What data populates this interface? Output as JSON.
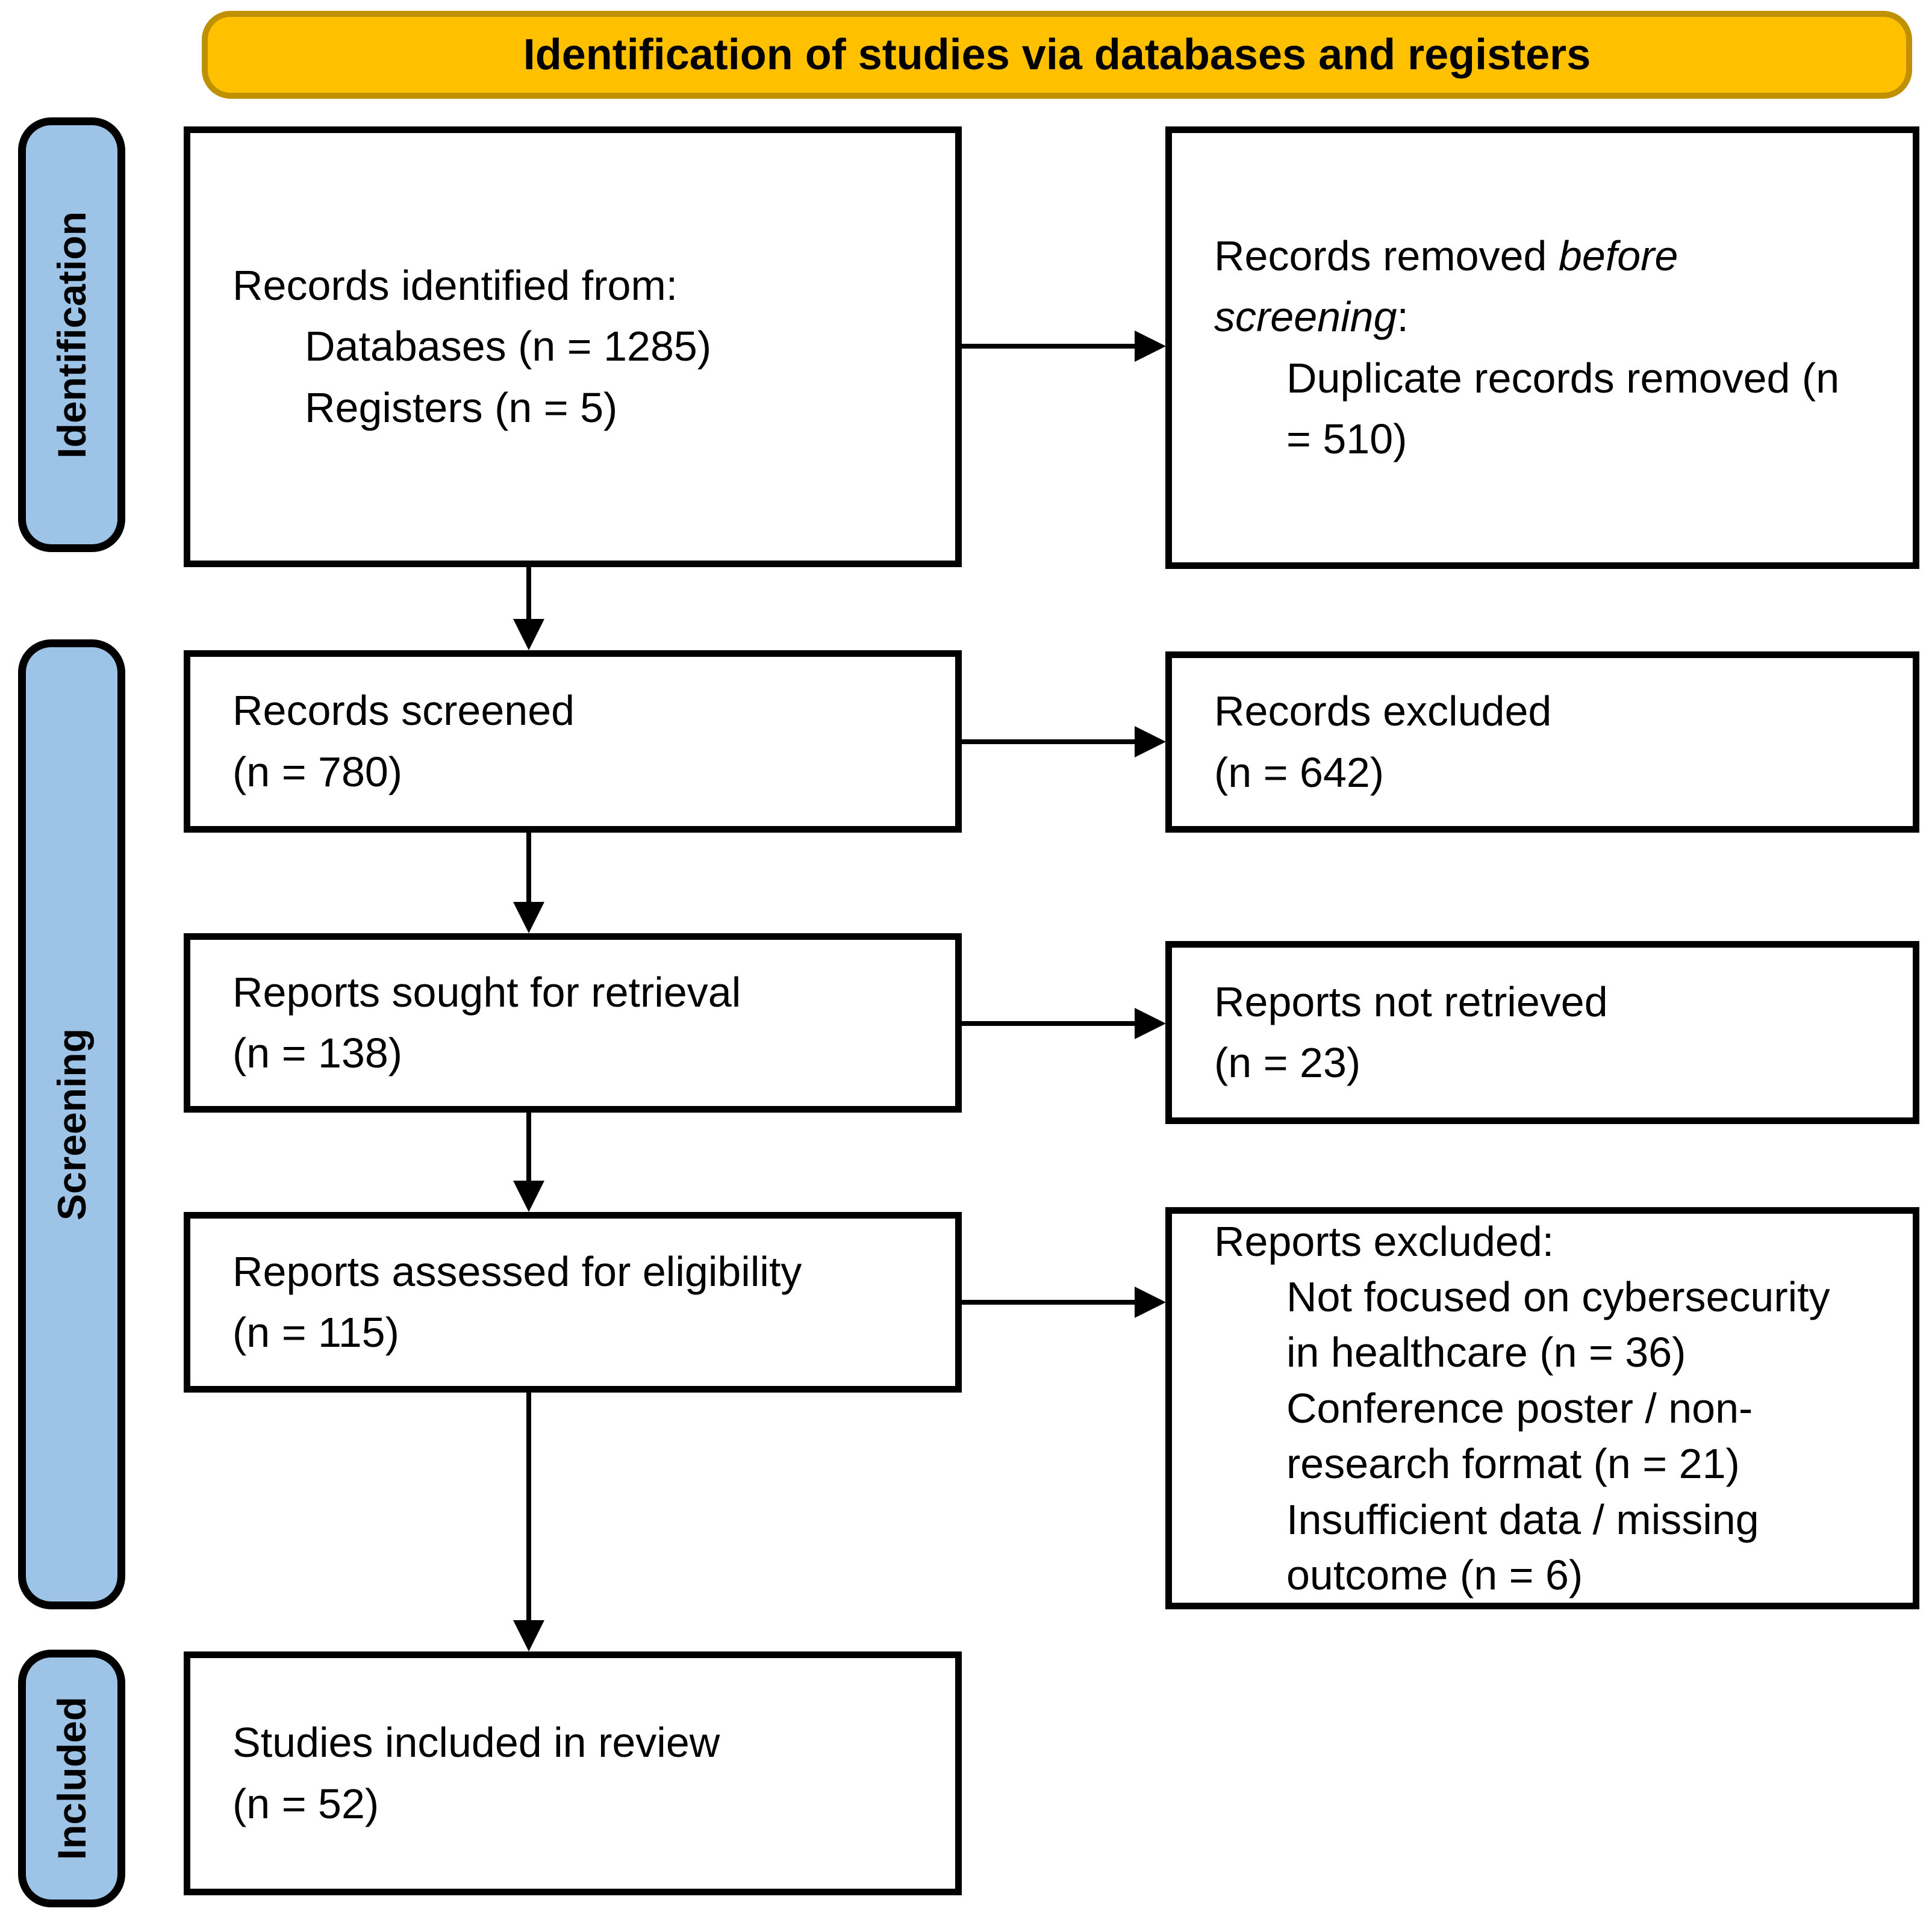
{
  "header": {
    "title": "Identification of studies via databases and registers",
    "colors": {
      "fill": "#FFC000",
      "border": "#BF9000"
    }
  },
  "stages": {
    "identification": "Identification",
    "screening": "Screening",
    "included": "Included",
    "colors": {
      "fill": "#9DC3E6",
      "border": "#000000"
    }
  },
  "boxes": {
    "records_identified": {
      "title": "Records identified from:",
      "items": [
        "Databases (n = 1285)",
        "Registers (n = 5)"
      ]
    },
    "records_removed": {
      "title_prefix": "Records removed ",
      "title_italic": "before screening",
      "title_suffix": ":",
      "items": [
        "Duplicate records removed (n = 510)"
      ]
    },
    "records_screened": {
      "lines": [
        "Records screened",
        "(n = 780)"
      ]
    },
    "records_excluded": {
      "lines": [
        "Records excluded",
        "(n = 642)"
      ]
    },
    "reports_sought": {
      "lines": [
        "Reports sought for retrieval",
        "(n = 138)"
      ]
    },
    "reports_not_retrieved": {
      "lines": [
        "Reports not retrieved",
        "(n = 23)"
      ]
    },
    "reports_assessed": {
      "lines": [
        "Reports assessed for eligibility",
        "(n = 115)"
      ]
    },
    "reports_excluded": {
      "title": "Reports excluded:",
      "items": [
        "Not focused on cybersecurity in healthcare (n = 36)",
        "Conference poster / non-research format (n = 21)",
        "Insufficient data / missing outcome (n = 6)"
      ]
    },
    "studies_included": {
      "lines": [
        "Studies included in review",
        "(n = 52)"
      ]
    }
  }
}
